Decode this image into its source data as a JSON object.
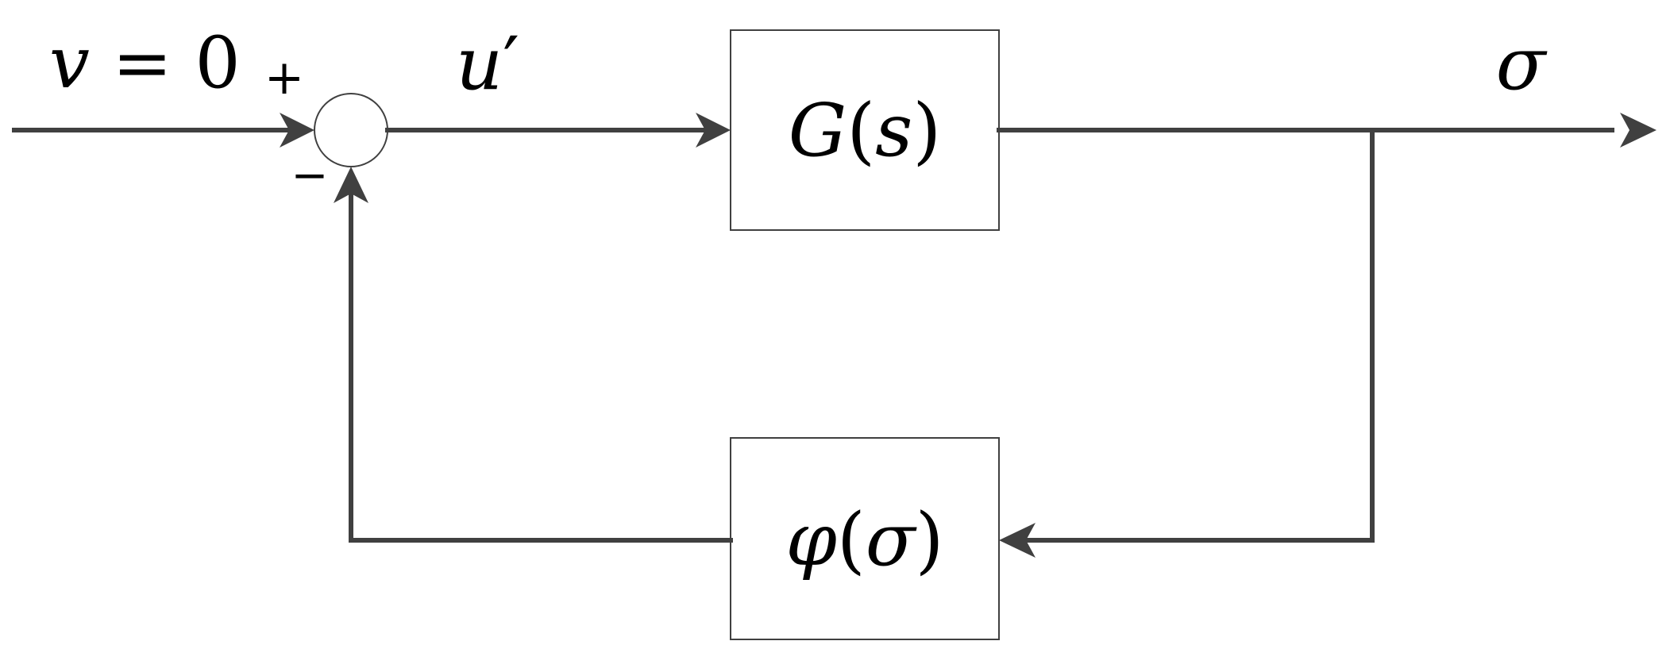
{
  "diagram": {
    "input_label": {
      "var": "v",
      "rest": " = 0"
    },
    "plus_sign": "+",
    "minus_sign": "−",
    "error_label": {
      "var": "u",
      "prime": "′"
    },
    "forward_block": {
      "name": "G",
      "open": "(",
      "arg": "s",
      "close": ")"
    },
    "output_label": "σ",
    "feedback_block": {
      "name": "φ",
      "open": "(",
      "arg": "σ",
      "close": ")"
    }
  },
  "colors": {
    "line": "#404040",
    "text": "#000000",
    "background": "#ffffff"
  }
}
